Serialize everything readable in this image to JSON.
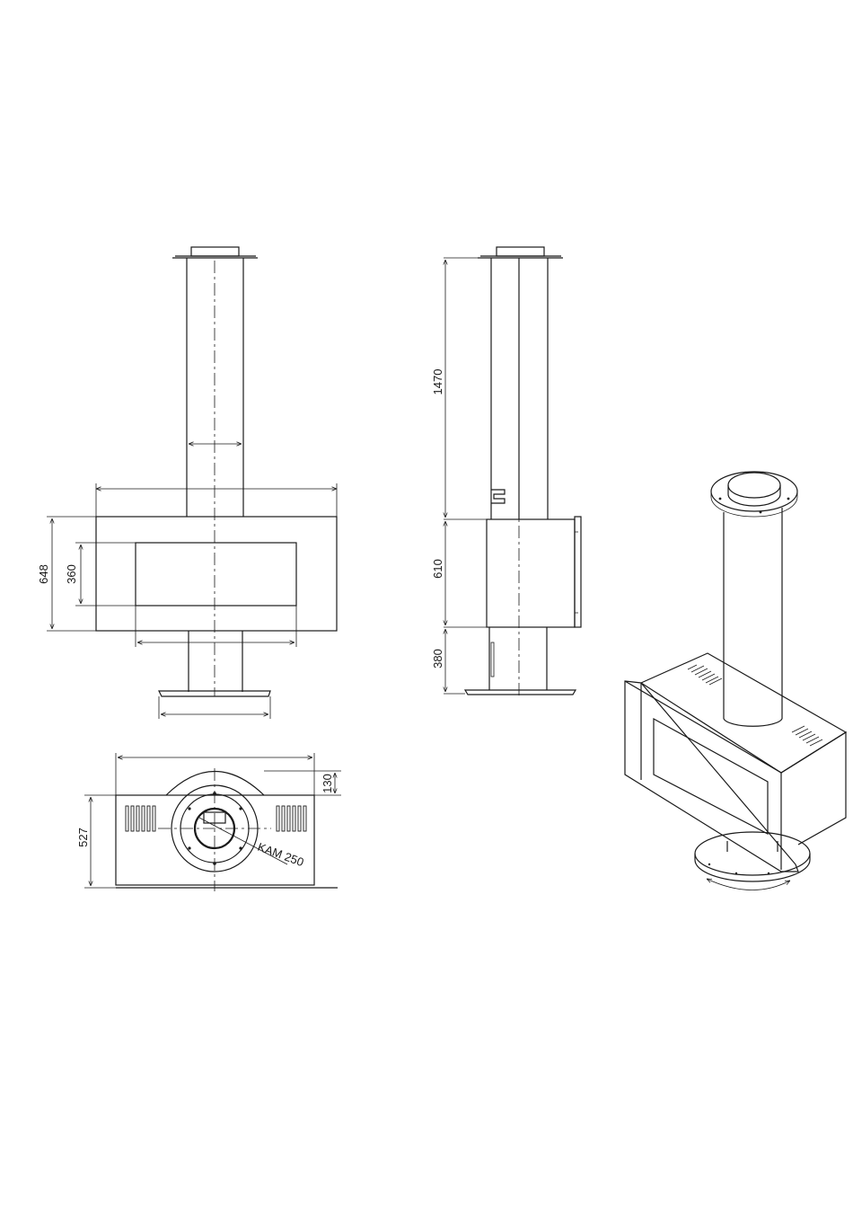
{
  "dimensions": {
    "height_total": "648",
    "height_window": "360",
    "height_pipe": "1470",
    "height_body": "610",
    "height_base": "380",
    "depth": "527",
    "offset": "130",
    "callout": "KAM 250"
  },
  "colors": {
    "line": "#1a1a1a",
    "background": "#ffffff"
  }
}
